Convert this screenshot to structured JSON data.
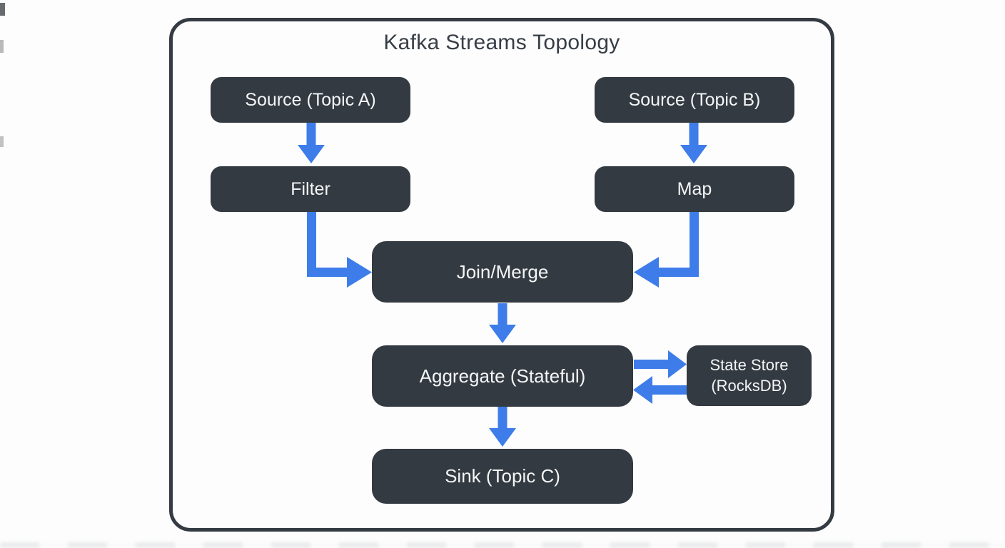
{
  "diagram": {
    "title": "Kafka Streams Topology",
    "nodes": [
      {
        "id": "source-a",
        "label": "Source (Topic A)"
      },
      {
        "id": "source-b",
        "label": "Source (Topic B)"
      },
      {
        "id": "filter",
        "label": "Filter"
      },
      {
        "id": "map",
        "label": "Map"
      },
      {
        "id": "join-merge",
        "label": "Join/Merge"
      },
      {
        "id": "aggregate",
        "label": "Aggregate (Stateful)"
      },
      {
        "id": "state-store",
        "label": "State Store (RocksDB)"
      },
      {
        "id": "sink",
        "label": "Sink (Topic C)"
      }
    ],
    "edges": [
      {
        "from": "source-a",
        "to": "filter"
      },
      {
        "from": "source-b",
        "to": "map"
      },
      {
        "from": "filter",
        "to": "join-merge"
      },
      {
        "from": "map",
        "to": "join-merge"
      },
      {
        "from": "join-merge",
        "to": "aggregate"
      },
      {
        "from": "aggregate",
        "to": "state-store"
      },
      {
        "from": "state-store",
        "to": "aggregate"
      },
      {
        "from": "aggregate",
        "to": "sink"
      }
    ],
    "colors": {
      "background": "#fdfdfd",
      "node_fill": "#333a41",
      "node_text": "#f4f5f6",
      "arrow": "#3e7de9",
      "frame_border": "#343b42",
      "title_text": "#373e46"
    }
  }
}
